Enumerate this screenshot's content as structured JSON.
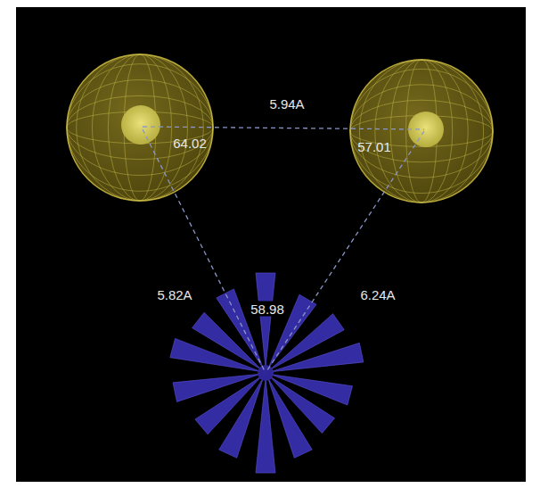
{
  "diagram": {
    "labels": [
      "5.94A",
      "64.02",
      "57.01",
      "5.82A",
      "6.24A",
      "58.98"
    ]
  }
}
